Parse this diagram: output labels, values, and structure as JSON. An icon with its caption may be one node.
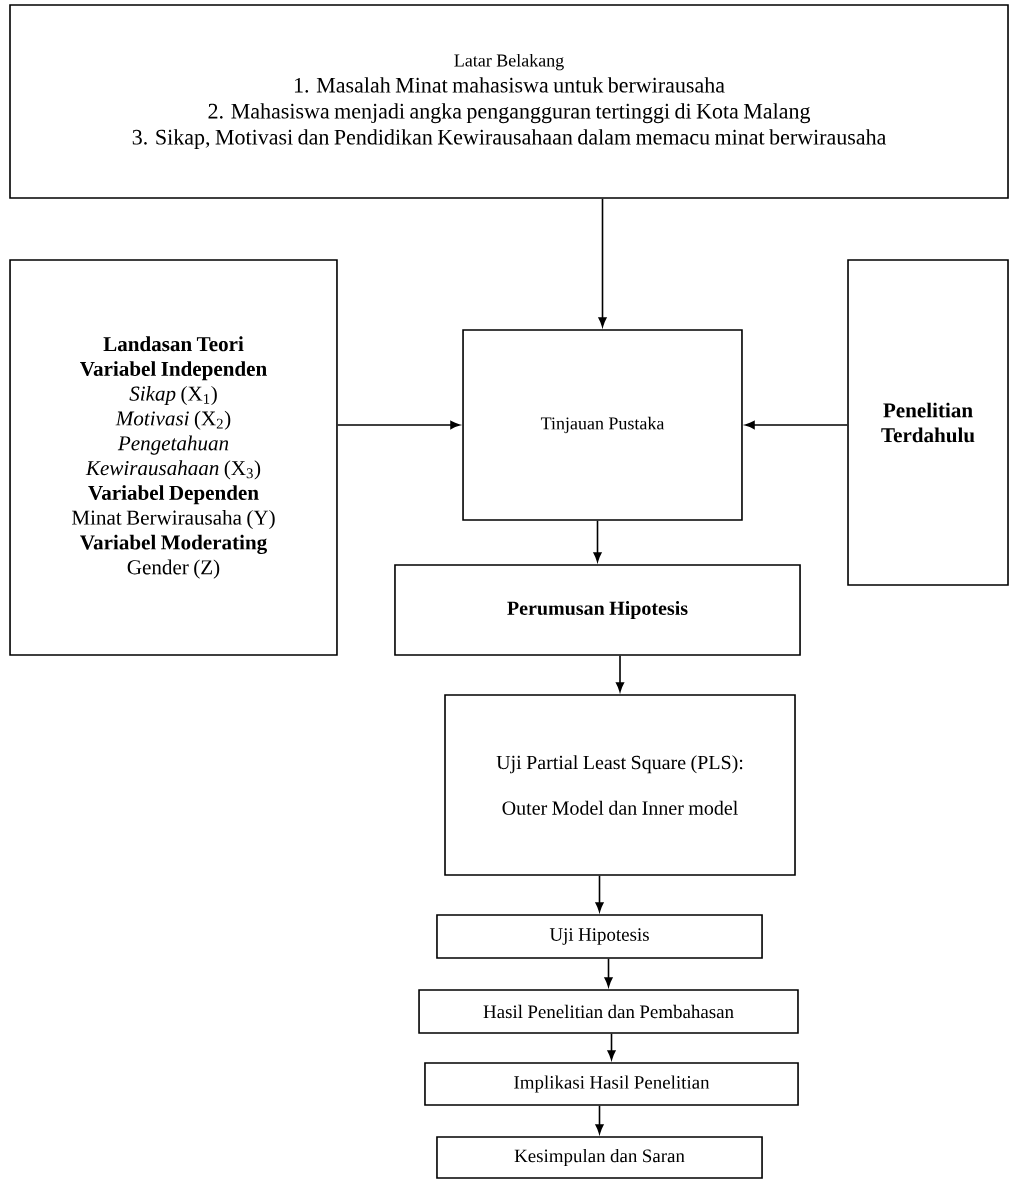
{
  "diagram": {
    "nodes": [
      {
        "text": [
          "Latar Belakang",
          "1. Masalah Minat mahasiswa untuk berwirausaha",
          "2. Mahasiswa menjadi angka pengangguran tertinggi di Kota Malang",
          "3. Sikap, Motivasi dan Pendidikan Kewirausahaan dalam memacu minat berwirausaha"
        ]
      },
      {
        "text": [
          "Landasan Teori",
          "Variabel Independen",
          "*Sikap* (X$_{1}$)",
          "*Motivasi* (X$_{2}$)",
          "*Pengetahuan Kewirausahaan* (X$_{3}$)",
          "Variabel Dependen",
          "Minat Berwirausaha (Y)",
          "Variabel Moderating",
          "Gender (Z)"
        ]
      },
      {
        "text": [
          "Tinjauan Pustaka"
        ]
      },
      {
        "text": [
          "Penelitian Terdahulu"
        ]
      },
      {
        "text": [
          "Perumusan Hipotesis"
        ]
      },
      {
        "text": [
          "Uji Partial Least Square (PLS):",
          "Outer Model dan Inner model"
        ]
      },
      {
        "text": [
          "Uji Hipotesis"
        ]
      },
      {
        "text": [
          "Hasil Penelitian dan Pembahasan"
        ]
      },
      {
        "text": [
          "Implikasi Hasil Penelitian"
        ]
      },
      {
        "text": [
          "Kesimpulan dan Saran"
        ]
      }
    ],
    "edges": [
      {
        "from": 0,
        "to": 2,
        "arrow": "to"
      },
      {
        "from": 1,
        "to": 2,
        "arrow": "to"
      },
      {
        "from": 3,
        "to": 2,
        "arrow": "to"
      },
      {
        "from": 2,
        "to": 4,
        "arrow": "to"
      },
      {
        "from": 4,
        "to": 5,
        "arrow": "to"
      },
      {
        "from": 5,
        "to": 6,
        "arrow": "to"
      },
      {
        "from": 6,
        "to": 7,
        "arrow": "to"
      },
      {
        "from": 7,
        "to": 8,
        "arrow": "to"
      },
      {
        "from": 8,
        "to": 9,
        "arrow": "to"
      }
    ]
  }
}
